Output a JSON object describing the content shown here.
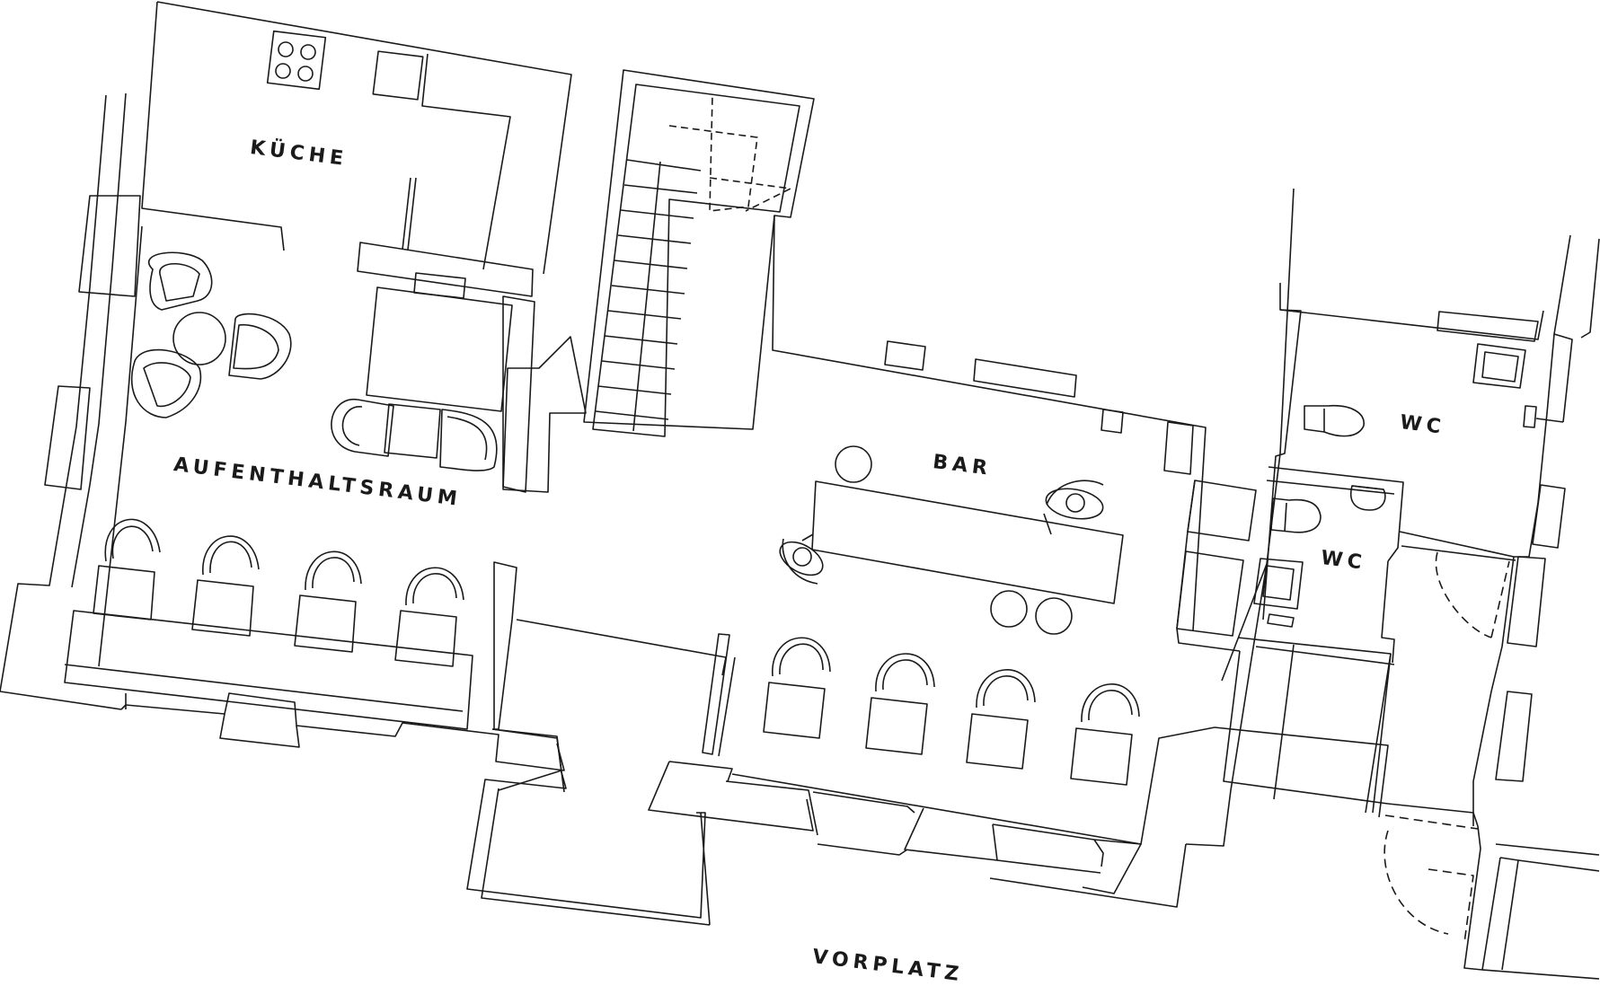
{
  "rooms": {
    "kueche": "KÜCHE",
    "aufenthaltsraum": "AUFENTHALTSRAUM",
    "bar": "BAR",
    "wc_upper": "WC",
    "wc_lower": "WC",
    "vorplatz": "VORPLATZ"
  },
  "colors": {
    "line": "#1a1a1a",
    "background": "#ffffff"
  }
}
